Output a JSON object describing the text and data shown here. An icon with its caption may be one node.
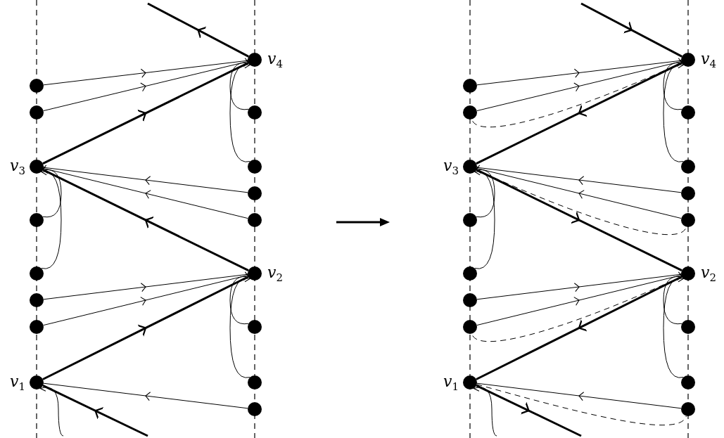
{
  "diagram": {
    "nodes": [
      {
        "text": [],
        "shape": "circle",
        "beside": [
          "v$_{4}$"
        ]
      },
      {
        "text": [],
        "shape": "circle"
      },
      {
        "text": [],
        "shape": "circle"
      },
      {
        "text": [],
        "shape": "circle"
      },
      {
        "text": [],
        "shape": "circle",
        "beside": [
          "v$_{3}$"
        ]
      },
      {
        "text": [],
        "shape": "circle"
      },
      {
        "text": [],
        "shape": "circle"
      },
      {
        "text": [],
        "shape": "circle"
      },
      {
        "text": [],
        "shape": "circle"
      },
      {
        "text": [],
        "shape": "circle"
      },
      {
        "text": [],
        "shape": "circle",
        "beside": [
          "v$_{2}$"
        ]
      },
      {
        "text": [],
        "shape": "circle"
      },
      {
        "text": [],
        "shape": "circle"
      },
      {
        "text": [],
        "shape": "circle"
      },
      {
        "text": [],
        "shape": "circle",
        "beside": [
          "v$_{1}$"
        ]
      },
      {
        "text": [],
        "shape": "circle"
      },
      {
        "text": [],
        "shape": "circle"
      },
      {
        "text": [],
        "shape": "circle",
        "beside": [
          "v$_{4}$"
        ]
      },
      {
        "text": [],
        "shape": "circle"
      },
      {
        "text": [],
        "shape": "circle"
      },
      {
        "text": [],
        "shape": "circle"
      },
      {
        "text": [],
        "shape": "circle",
        "beside": [
          "v$_{3}$"
        ]
      },
      {
        "text": [],
        "shape": "circle"
      },
      {
        "text": [],
        "shape": "circle"
      },
      {
        "text": [],
        "shape": "circle"
      },
      {
        "text": [],
        "shape": "circle"
      },
      {
        "text": [],
        "shape": "circle"
      },
      {
        "text": [],
        "shape": "circle",
        "beside": [
          "v$_{2}$"
        ]
      },
      {
        "text": [],
        "shape": "circle"
      },
      {
        "text": [],
        "shape": "circle"
      },
      {
        "text": [],
        "shape": "circle"
      },
      {
        "text": [],
        "shape": "circle",
        "beside": [
          "v$_{1}$"
        ]
      },
      {
        "text": [],
        "shape": "circle"
      },
      {
        "text": [],
        "shape": "circle"
      }
    ],
    "edges": [
      {
        "from": 0,
        "to": null,
        "arrow": "to",
        "style": "thick"
      },
      {
        "from": 1,
        "to": 0,
        "arrow": "to"
      },
      {
        "from": 2,
        "to": 0,
        "arrow": "to"
      },
      {
        "from": 4,
        "to": 0,
        "arrow": "to",
        "style": "thick"
      },
      {
        "from": 3,
        "to": 0,
        "arrow": "to"
      },
      {
        "from": 5,
        "to": 0,
        "arrow": "to"
      },
      {
        "from": 6,
        "to": 4,
        "arrow": "to"
      },
      {
        "from": 8,
        "to": 4,
        "arrow": "to"
      },
      {
        "from": 10,
        "to": 4,
        "arrow": "to",
        "style": "thick"
      },
      {
        "from": 7,
        "to": 4,
        "arrow": "to"
      },
      {
        "from": 9,
        "to": 4,
        "arrow": "to"
      },
      {
        "from": 11,
        "to": 10,
        "arrow": "to"
      },
      {
        "from": 12,
        "to": 10,
        "arrow": "to"
      },
      {
        "from": 14,
        "to": 10,
        "arrow": "to",
        "style": "thick"
      },
      {
        "from": 13,
        "to": 10,
        "arrow": "to"
      },
      {
        "from": 15,
        "to": 10,
        "arrow": "to"
      },
      {
        "from": 16,
        "to": 14,
        "arrow": "to"
      },
      {
        "from": null,
        "to": 14,
        "arrow": "to",
        "style": "thick"
      },
      {
        "from": null,
        "to": 14,
        "arrow": "to"
      },
      {
        "from": null,
        "to": 17,
        "arrow": "to",
        "style": "thick"
      },
      {
        "from": 18,
        "to": 17,
        "arrow": "to"
      },
      {
        "from": 19,
        "to": 17,
        "arrow": "to"
      },
      {
        "from": 17,
        "to": 21,
        "arrow": "to",
        "style": "thick"
      },
      {
        "from": 20,
        "to": 17,
        "arrow": "to"
      },
      {
        "from": 22,
        "to": 17,
        "arrow": "to"
      },
      {
        "from": 17,
        "to": 19,
        "arrow": "none",
        "style": "dashed"
      },
      {
        "from": 23,
        "to": 21,
        "arrow": "to"
      },
      {
        "from": 25,
        "to": 21,
        "arrow": "to"
      },
      {
        "from": 21,
        "to": 27,
        "arrow": "to",
        "style": "thick"
      },
      {
        "from": 24,
        "to": 21,
        "arrow": "to"
      },
      {
        "from": 26,
        "to": 21,
        "arrow": "to"
      },
      {
        "from": 21,
        "to": 25,
        "arrow": "none",
        "style": "dashed"
      },
      {
        "from": 28,
        "to": 27,
        "arrow": "to"
      },
      {
        "from": 29,
        "to": 27,
        "arrow": "to"
      },
      {
        "from": 27,
        "to": 31,
        "arrow": "to",
        "style": "thick"
      },
      {
        "from": 30,
        "to": 27,
        "arrow": "to"
      },
      {
        "from": 32,
        "to": 27,
        "arrow": "to"
      },
      {
        "from": 27,
        "to": 29,
        "arrow": "none",
        "style": "dashed"
      },
      {
        "from": 33,
        "to": 31,
        "arrow": "to"
      },
      {
        "from": 31,
        "to": null,
        "arrow": "to",
        "style": "thick"
      },
      {
        "from": null,
        "to": 31,
        "arrow": "to"
      },
      {
        "from": 31,
        "to": 33,
        "arrow": "none",
        "style": "dashed"
      }
    ]
  }
}
